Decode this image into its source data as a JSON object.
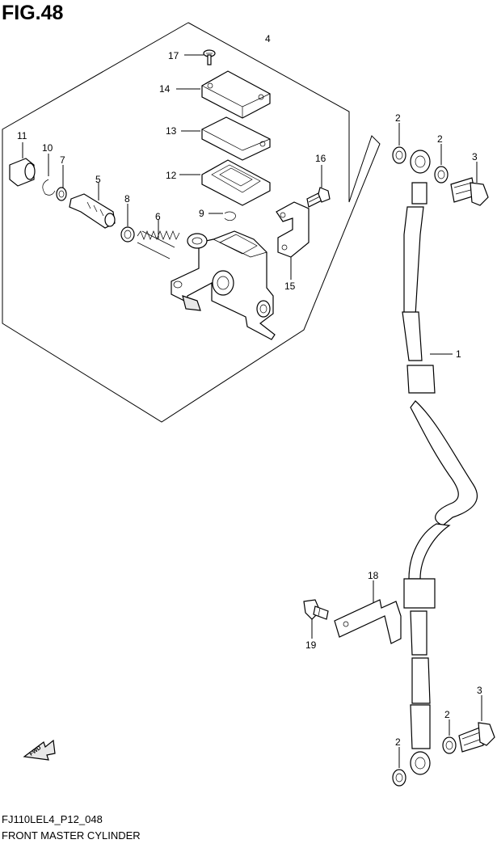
{
  "figure": {
    "title": "FIG.48",
    "code": "FJ110LEL4_P12_048",
    "caption": "FRONT MASTER CYLINDER",
    "direction_badge": "FWD"
  },
  "callouts": {
    "c1": "1",
    "c2a": "2",
    "c2b": "2",
    "c2c": "2",
    "c2d": "2",
    "c3a": "3",
    "c3b": "3",
    "c4": "4",
    "c5": "5",
    "c6": "6",
    "c7": "7",
    "c8": "8",
    "c9": "9",
    "c10": "10",
    "c11": "11",
    "c12": "12",
    "c13": "13",
    "c14": "14",
    "c15": "15",
    "c16": "16",
    "c17": "17",
    "c18": "18",
    "c19": "19"
  },
  "colors": {
    "ink": "#000000",
    "paper": "#ffffff"
  },
  "icons": {
    "fwd": "fwd-arrow-icon"
  }
}
